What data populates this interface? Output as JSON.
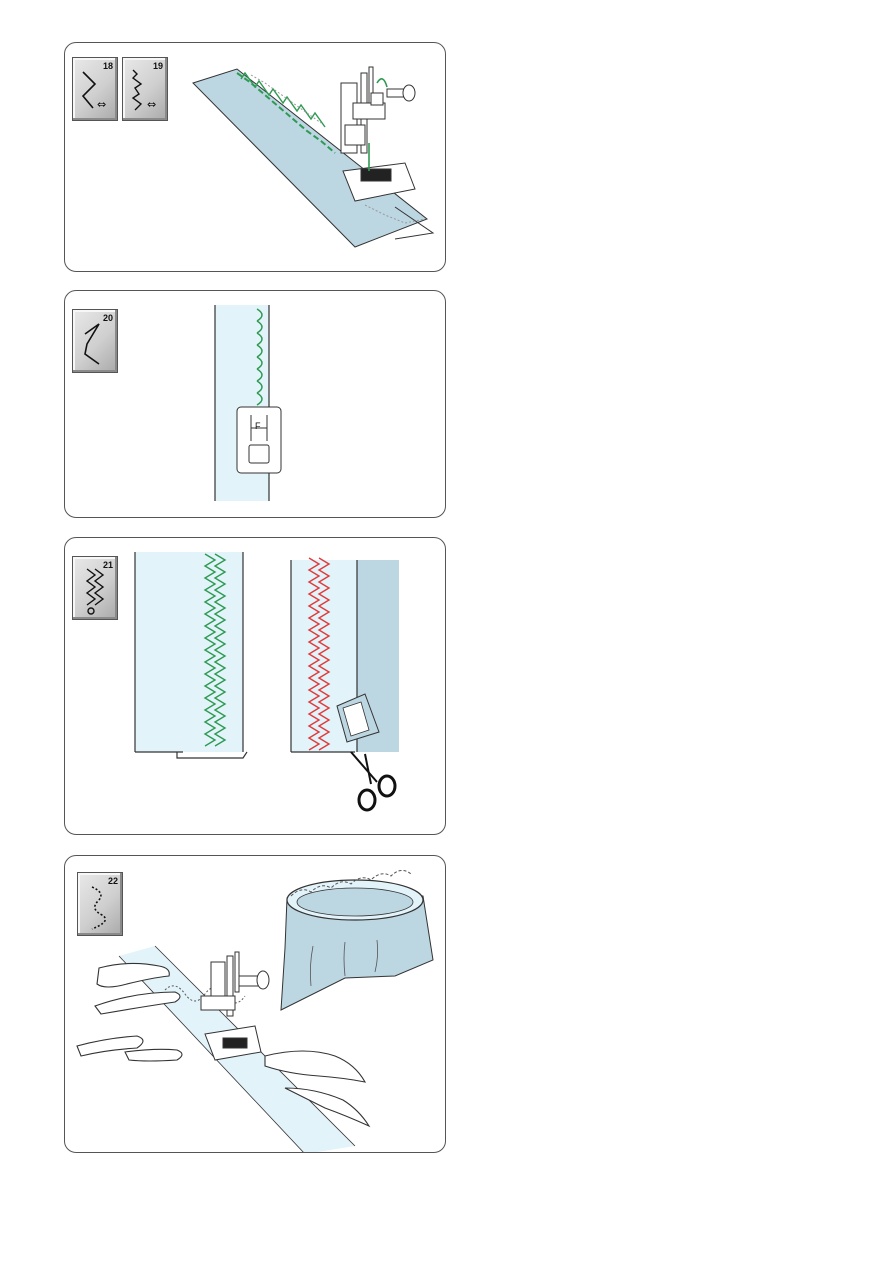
{
  "panels": [
    {
      "keys": [
        {
          "number": "18",
          "icon": "overedge-stitch-icon"
        },
        {
          "number": "19",
          "icon": "overedge-stitch-icon"
        }
      ],
      "illustration": "overcasting-with-presser-foot"
    },
    {
      "keys": [
        {
          "number": "20",
          "icon": "shell-tuck-stitch-icon"
        }
      ],
      "foot_letter": "F",
      "illustration": "shell-stitch-with-satin-foot"
    },
    {
      "keys": [
        {
          "number": "21",
          "icon": "double-overedge-stitch-icon"
        }
      ],
      "illustration": "seam-and-trim-with-scissors"
    },
    {
      "keys": [
        {
          "number": "22",
          "icon": "elastic-stitch-icon"
        }
      ],
      "illustration": "attaching-elastic-to-waistband"
    }
  ],
  "colors": {
    "fabric_light": "#e3f3fa",
    "fabric_blue": "#bcd6e2",
    "stitch_green": "#2e9a52",
    "stitch_red": "#e03a3a",
    "outline": "#333333",
    "scissors": "#111111"
  }
}
